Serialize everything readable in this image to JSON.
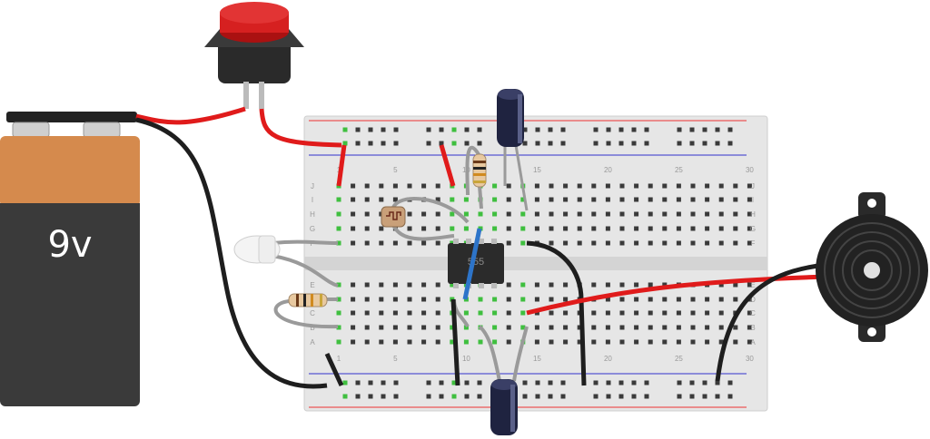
{
  "battery": {
    "label": "9v",
    "colors": {
      "top": "#d58a4d",
      "bottom": "#3a3a3a",
      "clip": "#222222",
      "terminal": "#cccccc"
    }
  },
  "breadboard": {
    "column_numbers": [
      "1",
      "5",
      "10",
      "15",
      "20",
      "25",
      "30"
    ],
    "row_letters_top": [
      "J",
      "I",
      "H",
      "G",
      "F"
    ],
    "row_letters_bottom": [
      "E",
      "D",
      "C",
      "B",
      "A"
    ],
    "colors": {
      "body": "#e8e8e8",
      "rail_red": "#e33",
      "rail_blue": "#33c",
      "hole": "#3a3a3a",
      "hole_connected": "#3fbf3f"
    }
  },
  "ic": {
    "label": "555",
    "color": "#2b2b2b"
  },
  "components": {
    "button_icon": "push-button-icon",
    "led_icon": "led-icon",
    "ldr_icon": "photoresistor-icon",
    "resistor_icon": "resistor-icon",
    "capacitor_icon": "electrolytic-capacitor-icon",
    "buzzer_icon": "piezo-buzzer-icon"
  },
  "wire_colors": {
    "red": "#e01b1b",
    "black": "#1e1e1e",
    "gray": "#9a9a9a",
    "blue": "#2d74c9"
  }
}
